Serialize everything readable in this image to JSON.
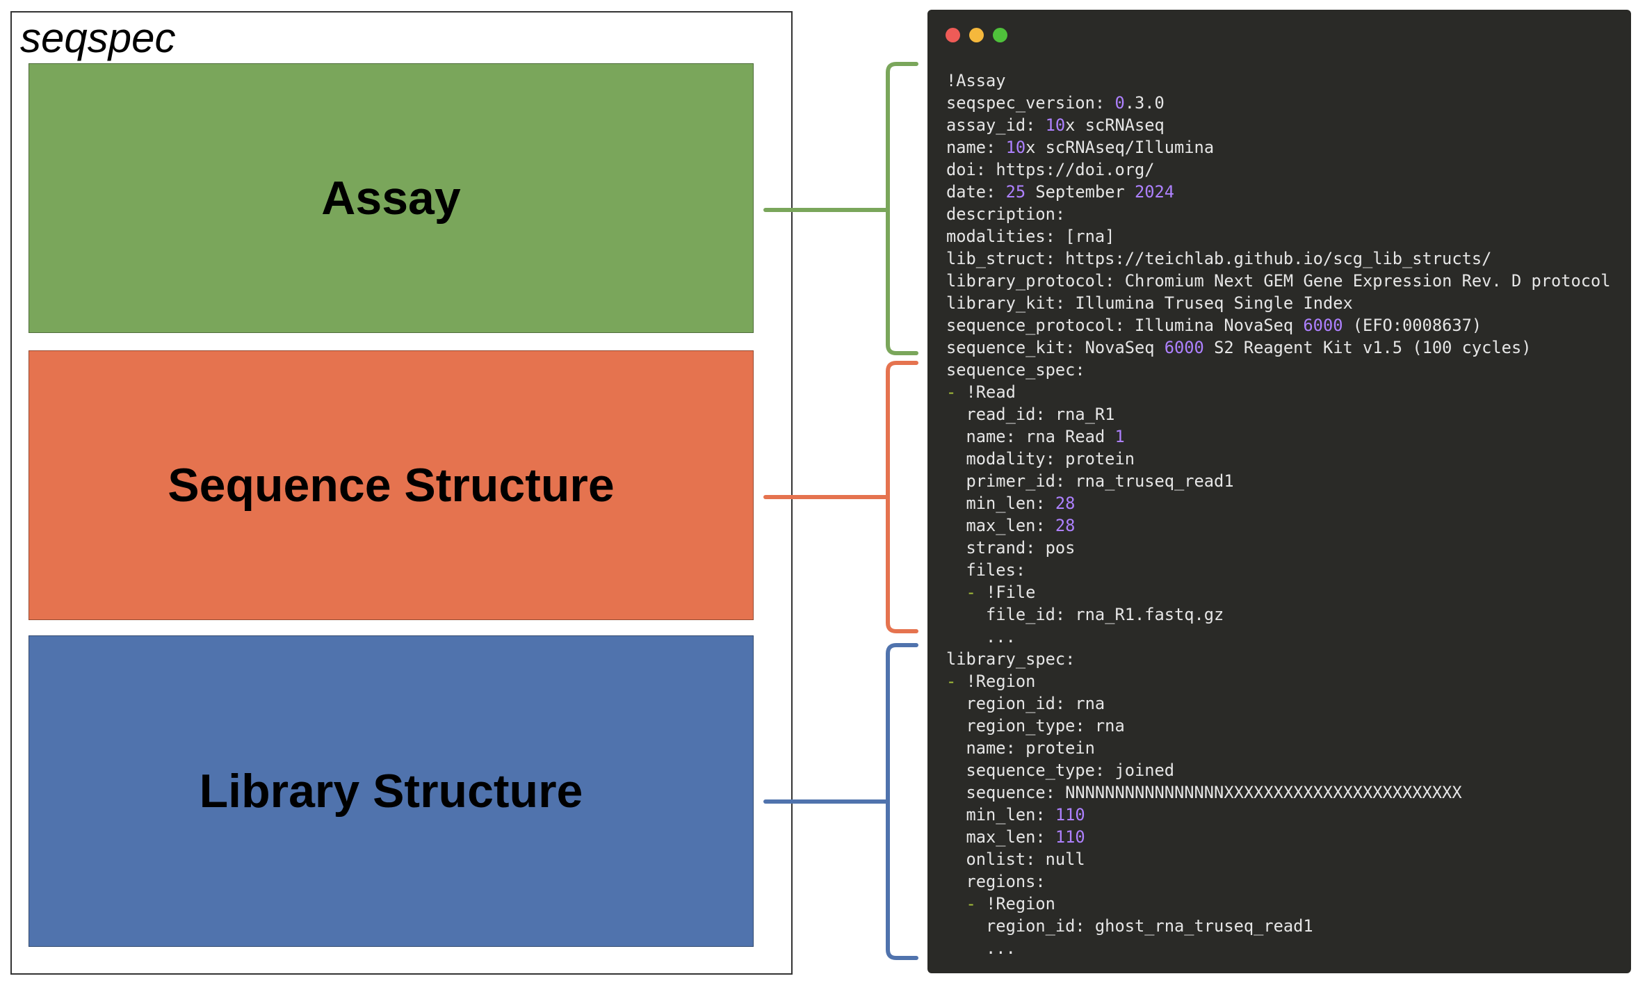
{
  "left_panel": {
    "title": "seqspec",
    "blocks": [
      {
        "id": "assay",
        "label": "Assay",
        "color": "#7aa65b"
      },
      {
        "id": "sequence",
        "label": "Sequence Structure",
        "color": "#e5734f"
      },
      {
        "id": "library",
        "label": "Library Structure",
        "color": "#5073ad"
      }
    ]
  },
  "terminal": {
    "background": "#2a2a27",
    "text_color": "#e6e6e6",
    "number_color": "#ae81ff",
    "dash_color": "#a6c13a",
    "window_buttons": [
      {
        "name": "close",
        "color": "#ef5b57"
      },
      {
        "name": "minimize",
        "color": "#f5b83c"
      },
      {
        "name": "maximize",
        "color": "#4fc13b"
      }
    ],
    "lines": [
      "!Assay",
      "seqspec_version: 0.3.0",
      "assay_id: 10x scRNAseq",
      "name: 10x scRNAseq/Illumina",
      "doi: https://doi.org/",
      "date: 25 September 2024",
      "description:",
      "modalities: [rna]",
      "lib_struct: https://teichlab.github.io/scg_lib_structs/",
      "library_protocol: Chromium Next GEM Gene Expression Rev. D protocol",
      "library_kit: Illumina Truseq Single Index",
      "sequence_protocol: Illumina NovaSeq 6000 (EFO:0008637)",
      "sequence_kit: NovaSeq 6000 S2 Reagent Kit v1.5 (100 cycles)",
      "sequence_spec:",
      "- !Read",
      "  read_id: rna_R1",
      "  name: rna Read 1",
      "  modality: protein",
      "  primer_id: rna_truseq_read1",
      "  min_len: 28",
      "  max_len: 28",
      "  strand: pos",
      "  files:",
      "  - !File",
      "    file_id: rna_R1.fastq.gz",
      "    ...",
      "library_spec:",
      "- !Region",
      "  region_id: rna",
      "  region_type: rna",
      "  name: protein",
      "  sequence_type: joined",
      "  sequence: NNNNNNNNNNNNNNNNXXXXXXXXXXXXXXXXXXXXXXXX",
      "  min_len: 110",
      "  max_len: 110",
      "  onlist: null",
      "  regions:",
      "  - !Region",
      "    region_id: ghost_rna_truseq_read1",
      "    ..."
    ]
  }
}
